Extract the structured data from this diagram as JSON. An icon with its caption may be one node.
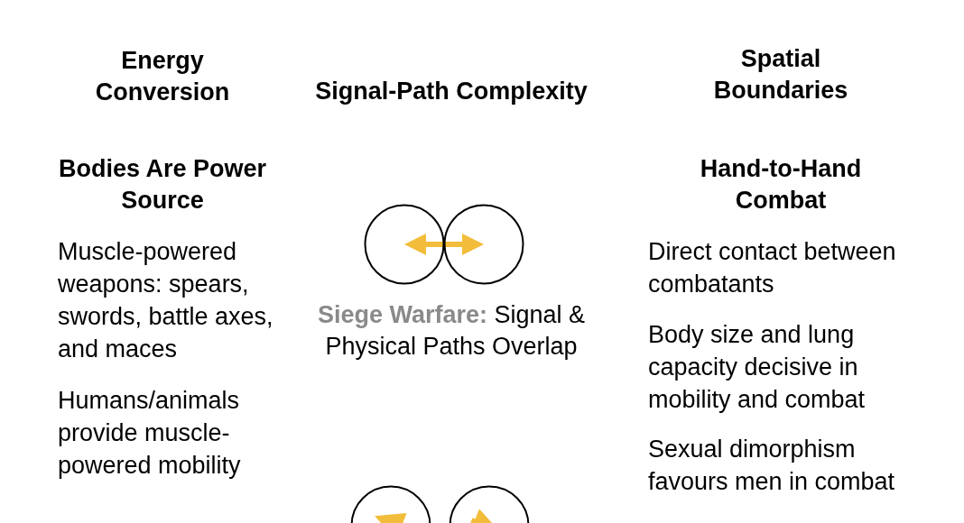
{
  "diagram": {
    "nodes": [
      {
        "text": [],
        "shape": "circle"
      },
      {
        "text": [],
        "shape": "circle"
      },
      {
        "text": [],
        "shape": "circle"
      },
      {
        "text": [],
        "shape": "circle"
      }
    ],
    "edges": [
      {
        "from": 0,
        "to": 1,
        "arrow": "both"
      }
    ],
    "labels": [
      "Energy Conversion",
      "Signal-Path Complexity",
      "Spatial Boundaries",
      "Bodies Are Power Source",
      "Hand-to-Hand Combat",
      "Muscle-powered weapons: spears, swords, battle axes, and maces",
      "Direct contact between combatants",
      "**Siege Warfare:** Signal & Physical Paths Overlap",
      "Body size and lung capacity decisive in mobility and combat",
      "Humans/animals provide muscle-powered mobility",
      "Sexual dimorphism favours men in combat"
    ]
  }
}
